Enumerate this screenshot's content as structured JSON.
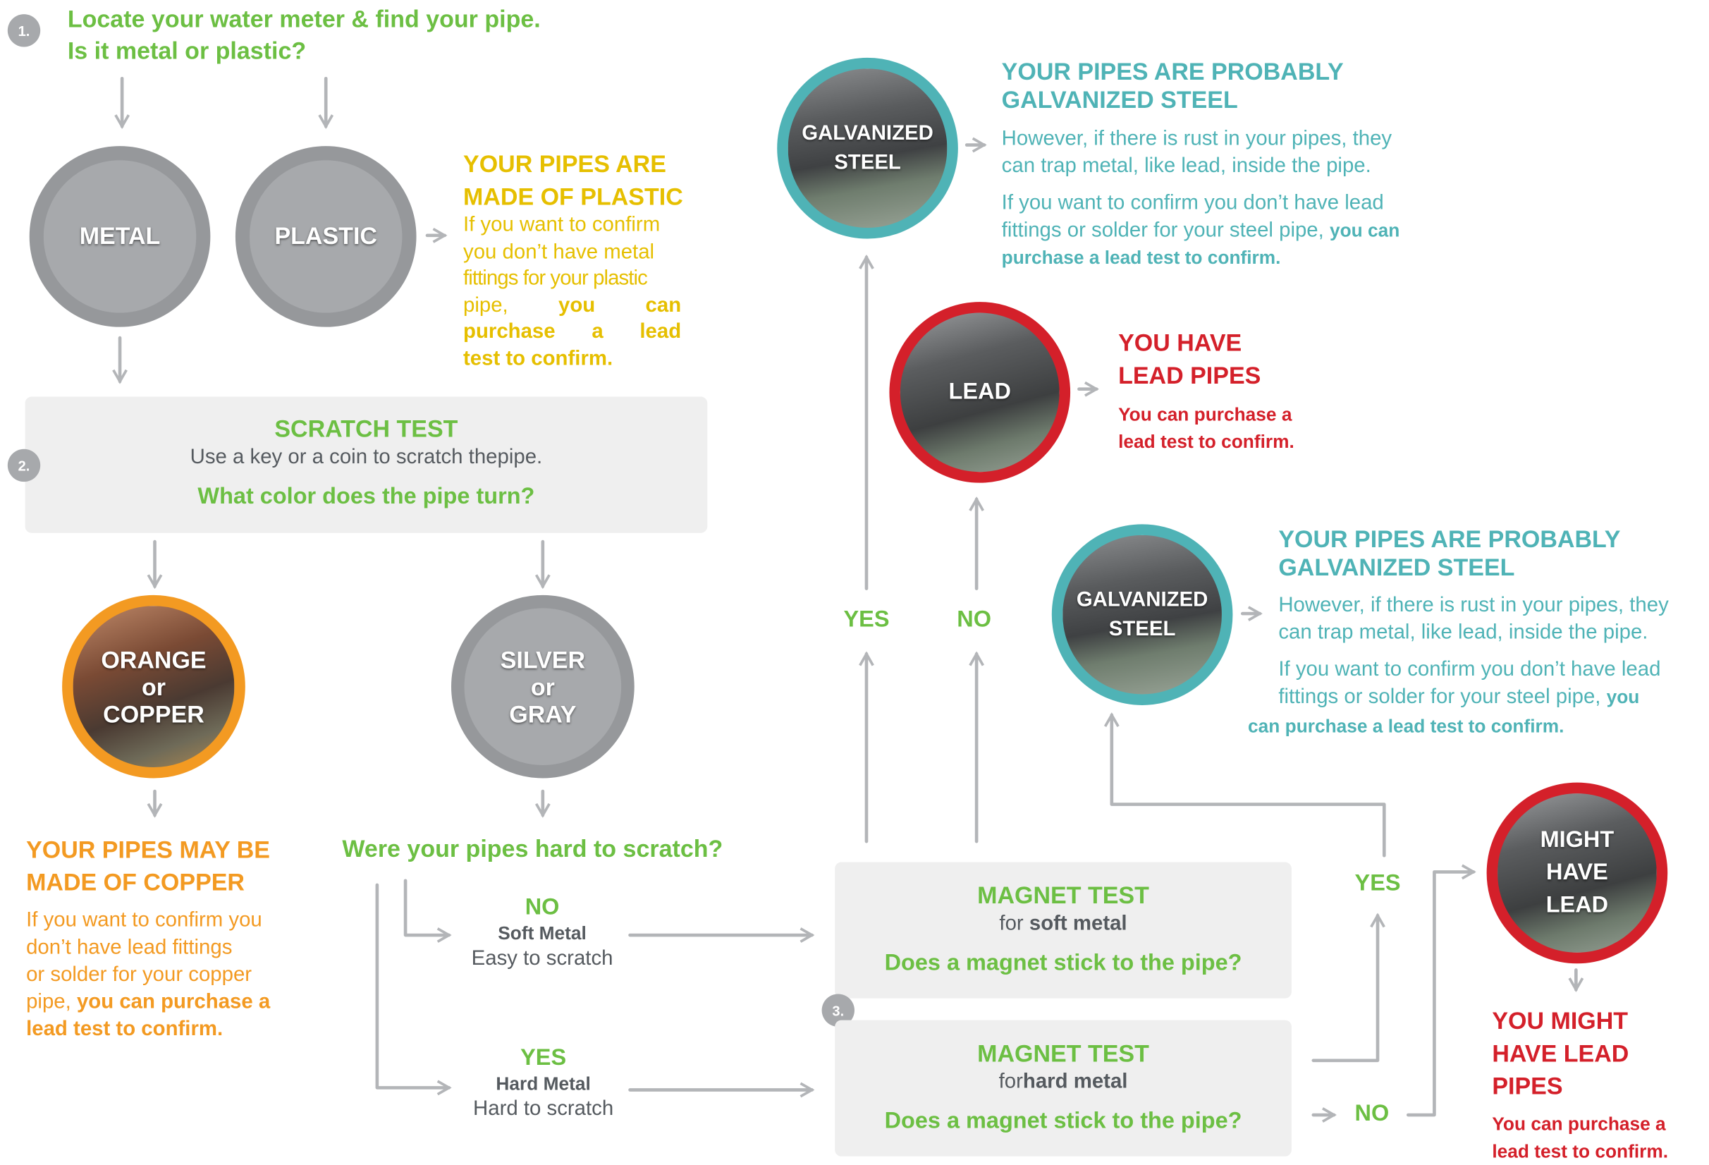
{
  "step1": {
    "badge": "1.",
    "line1": "Locate your water meter & find your pipe.",
    "line2": "Is it metal  or  plastic?"
  },
  "metal_circle": "METAL",
  "plastic_circle": "PLASTIC",
  "plastic_result": {
    "title1": "YOUR PIPES ARE",
    "title2": "MADE OF PLASTIC",
    "lines": [
      "If you want to confirm",
      "you don’t have metal",
      "fittings for your plastic"
    ],
    "line4a": "pipe,",
    "line4b": "you",
    "line4c": "can",
    "line5a": "purchase",
    "line5b": "a",
    "line5c": "lead",
    "line6": "test to  confirm."
  },
  "step2": {
    "badge": "2.",
    "title": "SCRATCH TEST",
    "instruction": "Use a key or a coin to scratch thepipe.",
    "question": "What color does the pipe  turn?"
  },
  "orange_circle": {
    "l1": "ORANGE",
    "l2": "or",
    "l3": "COPPER"
  },
  "silver_circle": {
    "l1": "SILVER",
    "l2": "or",
    "l3": "GRAY"
  },
  "copper_result": {
    "title1": "YOUR PIPES MAY BE",
    "title2": "MADE OF COPPER",
    "lines": [
      "If you want to confirm you",
      "don’t have lead fittings",
      "or solder for your copper"
    ],
    "line4a": "pipe, ",
    "line4b": "you can purchase a",
    "line5": "lead test to confirm."
  },
  "hard_question": "Were your pipes hard to scratch?",
  "no_branch": {
    "label": "NO",
    "type": "Soft Metal",
    "desc": "Easy to scratch"
  },
  "yes_branch": {
    "label": "YES",
    "type": "Hard Metal",
    "desc": "Hard to scratch"
  },
  "step3": {
    "badge": "3."
  },
  "magnet_soft": {
    "title": "MAGNET TEST",
    "for_a": "for ",
    "for_b": "soft metal",
    "question": "Does a magnet stick to the pipe?"
  },
  "magnet_hard": {
    "title": "MAGNET TEST",
    "for_a": "for",
    "for_b": "hard metal",
    "question": "Does a magnet stick to the pipe?"
  },
  "soft_yes": "YES",
  "soft_no": "NO",
  "hard_yes": "YES",
  "hard_no": "NO",
  "galv_circle_top": {
    "l1": "GALVANIZED",
    "l2": "STEEL"
  },
  "galv_result_top": {
    "title1": "YOUR PIPES ARE PROBABLY",
    "title2": "GALVANIZED STEEL",
    "p1a": "However, if there is rust in your pipes, they",
    "p1b": "can trap metal, like lead, inside the pipe.",
    "p2a": "If you want to confirm you don’t have lead",
    "p2b1": "fittings or solder for your steel pipe, ",
    "p2b2": "you can",
    "p2c": "purchase a lead test to  confirm."
  },
  "lead_circle": "LEAD",
  "lead_result": {
    "title1": "YOU HAVE",
    "title2": "LEAD PIPES",
    "l1": "You  can purchase a",
    "l2": "lead test to confirm."
  },
  "galv_circle_mid": {
    "l1": "GALVANIZED",
    "l2": "STEEL"
  },
  "galv_result_mid": {
    "title1": "YOUR PIPES ARE PROBABLY",
    "title2": "GALVANIZED STEEL",
    "p1a": "However, if there is rust in your pipes, they",
    "p1b": "can trap metal, like lead, inside the pipe.",
    "p2a": "If you want to confirm you don’t have lead",
    "p2b1": "fittings or solder for your steel pipe, ",
    "p2b2": "you",
    "p2c": "can purchase a lead test to confirm."
  },
  "might_circle": {
    "l1": "MIGHT",
    "l2": "HAVE",
    "l3": "LEAD"
  },
  "might_result": {
    "title1": "YOU MIGHT",
    "title2": "HAVE  LEAD",
    "title3": "PIPES",
    "l1": "You  can purchase a",
    "l2": "lead test to confirm."
  },
  "colors": {
    "green": "#6cbf43",
    "yellow": "#e6bf00",
    "orange": "#f39a22",
    "teal": "#4fb3b6",
    "red": "#d4202a",
    "ring_gray": "#a7a9ac",
    "arrow": "#b3b5b8"
  }
}
